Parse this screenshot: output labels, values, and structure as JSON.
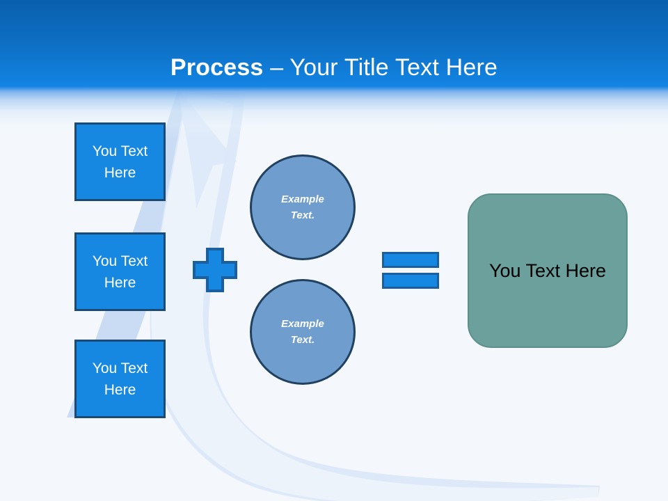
{
  "slide": {
    "title_strong": "Process",
    "title_rest": " – Your Title Text Here",
    "background_color": "#f4f8fd",
    "header_color_top": "#0a5fae",
    "header_color_bottom": "#1584e2"
  },
  "inputs": {
    "accent_color": "#1688e2",
    "border_color": "#1c4a76",
    "items": [
      {
        "label": "You Text Here"
      },
      {
        "label": "You Text Here"
      },
      {
        "label": "You Text Here"
      }
    ]
  },
  "operators": {
    "plus": {
      "symbol": "+",
      "name": "plus-sign",
      "color": "#1688e2"
    },
    "equals": {
      "symbol": "=",
      "name": "equals-sign",
      "color": "#1688e2"
    }
  },
  "circles": {
    "fill_color": "#6e9dce",
    "border_color": "#20415f",
    "items": [
      {
        "line1": "Example",
        "line2": "Text."
      },
      {
        "line1": "Example",
        "line2": "Text."
      }
    ]
  },
  "result": {
    "label": "You Text Here",
    "fill_color": "#6ba09c",
    "text_color": "#000000"
  },
  "decoration": {
    "swoosh_light": "#dde9f9",
    "swoosh_mid": "#c6daf3",
    "arrow_name": "curved-arrow-swoosh"
  }
}
